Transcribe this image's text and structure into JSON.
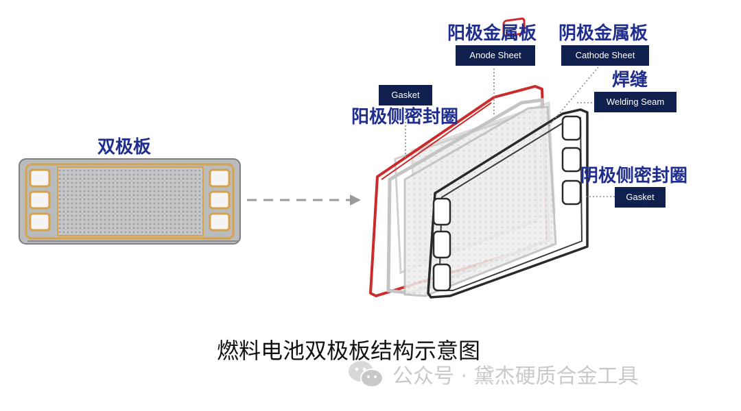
{
  "labels": {
    "bipolar_plate": "双极板",
    "anode_sheet_cn": "阳极金属板",
    "anode_sheet_en": "Anode Sheet",
    "cathode_sheet_cn": "阴极金属板",
    "cathode_sheet_en": "Cathode Sheet",
    "welding_seam_cn": "焊缝",
    "welding_seam_en": "Welding Seam",
    "anode_gasket_en": "Gasket",
    "anode_gasket_cn": "阳极侧密封圈",
    "cathode_gasket_cn": "阴极侧密封圈",
    "cathode_gasket_en": "Gasket"
  },
  "caption": "燃料电池双极板结构示意图",
  "watermark": "公众号 · 黛杰硬质合金工具",
  "colors": {
    "label_cn": "#1f2d8c",
    "label_en_bg": "#0f1f4e",
    "gasket_red": "#cc2b2b",
    "gold": "#d6a24a",
    "arrow": "#9a9a9a"
  },
  "icons": [
    "wechat-icon"
  ]
}
